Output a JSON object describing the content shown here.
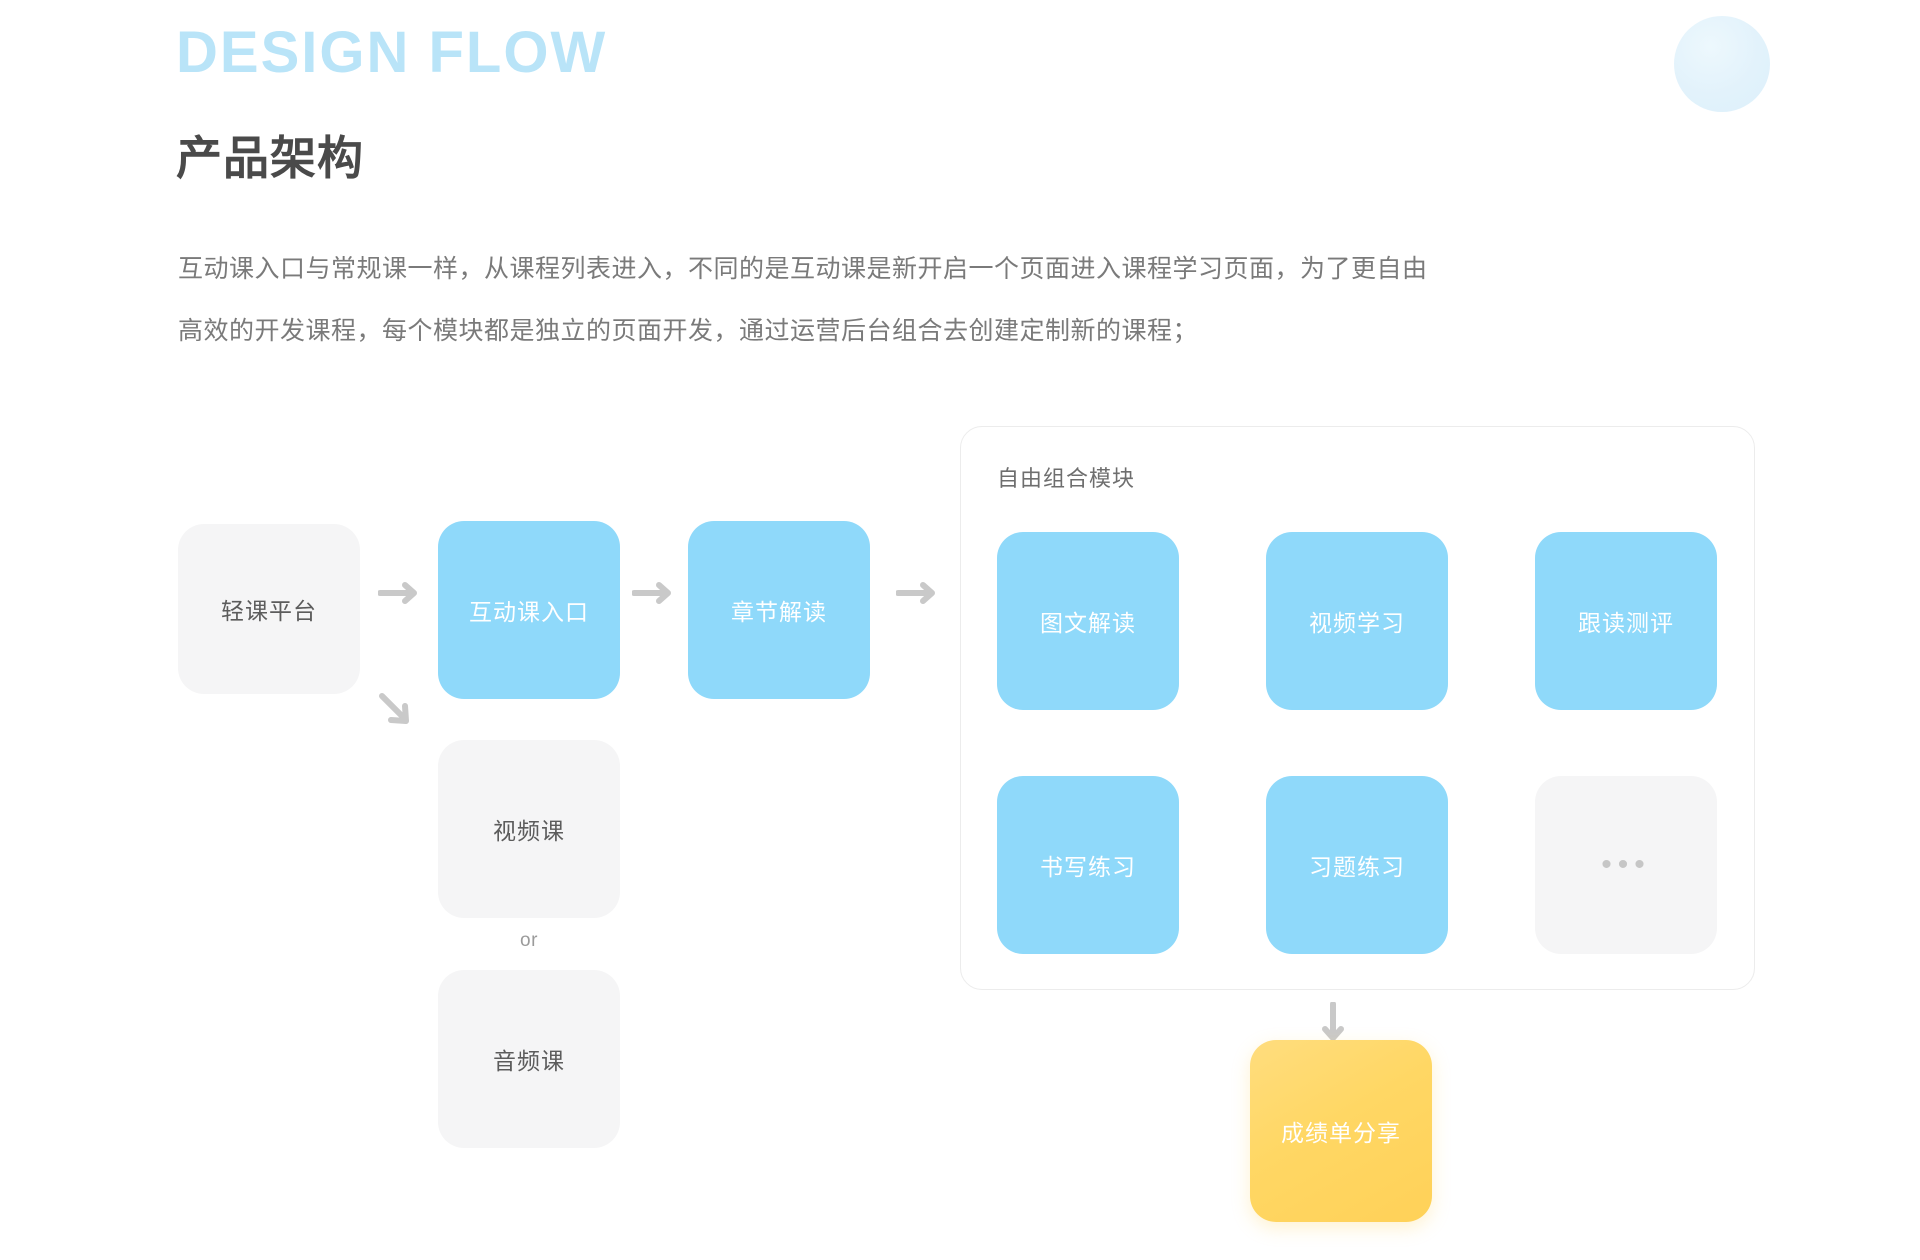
{
  "header": {
    "eyebrow": "DESIGN FLOW",
    "title": "产品架构"
  },
  "intro": {
    "line1": "互动课入口与常规课一样，从课程列表进入，不同的是互动课是新开启一个页面进入课程学习页面，为了更自由",
    "line2": "高效的开发课程，每个模块都是独立的页面开发，通过运营后台组合去创建定制新的课程；"
  },
  "flow": {
    "platform": "轻课平台",
    "entry": "互动课入口",
    "chapter": "章节解读",
    "video_course": "视频课",
    "or": "or",
    "audio_course": "音频课",
    "report": "成绩单分享"
  },
  "module_panel": {
    "title": "自由组合模块",
    "modules": [
      {
        "label": "图文解读",
        "style": "blue"
      },
      {
        "label": "视频学习",
        "style": "blue"
      },
      {
        "label": "跟读测评",
        "style": "blue"
      },
      {
        "label": "书写练习",
        "style": "blue"
      },
      {
        "label": "习题练习",
        "style": "blue"
      },
      {
        "label": "•••",
        "style": "dots"
      }
    ]
  },
  "icons": {
    "arrow_right": "arrow-right-icon",
    "arrow_diagonal": "arrow-down-right-icon",
    "arrow_down": "arrow-down-icon",
    "decorative_circle": "circle-decoration"
  },
  "colors": {
    "eyebrow": "#b9e4f8",
    "title": "#4a4a4a",
    "body_text": "#7a7a7a",
    "node_blue": "#8fd9fa",
    "node_grey": "#f5f5f6",
    "node_yellow": "#ffd764",
    "arrow_grey": "#c9c9c9",
    "panel_border": "#ececec"
  }
}
